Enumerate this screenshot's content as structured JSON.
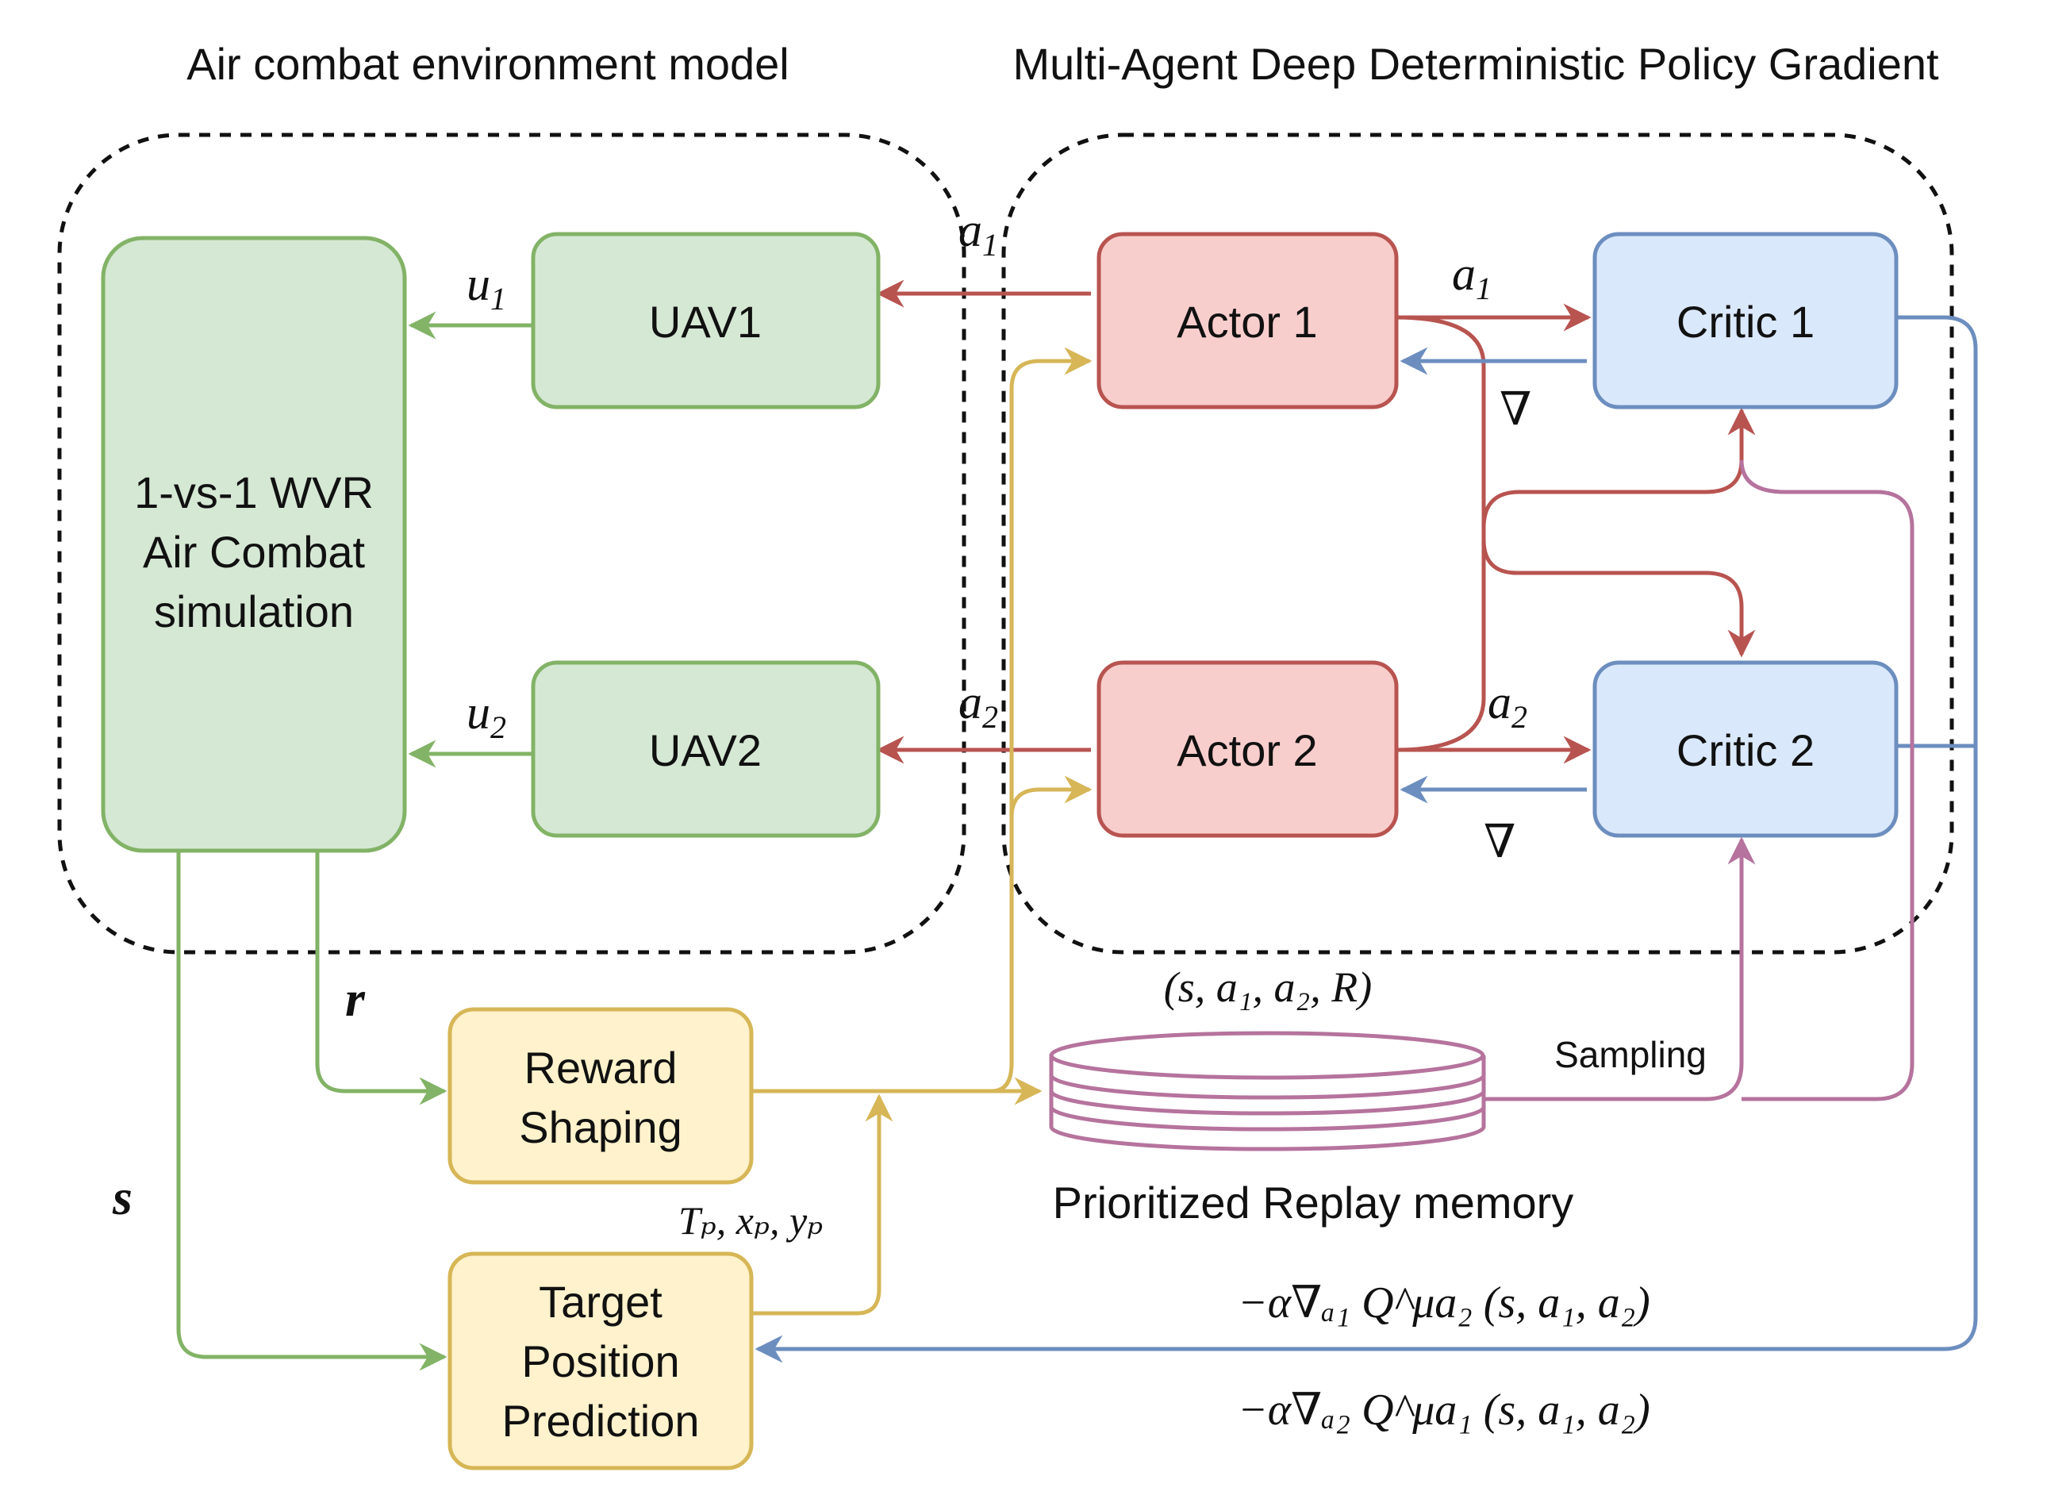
{
  "titles": {
    "left": "Air combat environment model",
    "right": "Multi-Agent Deep Deterministic Policy Gradient"
  },
  "boxes": {
    "sim": [
      "1-vs-1 WVR",
      "Air Combat",
      "simulation"
    ],
    "uav1": "UAV1",
    "uav2": "UAV2",
    "actor1": "Actor 1",
    "actor2": "Actor 2",
    "critic1": "Critic 1",
    "critic2": "Critic 2",
    "reward": [
      "Reward",
      "Shaping"
    ],
    "target": [
      "Target",
      "Position",
      "Prediction"
    ]
  },
  "memory": {
    "label": "Prioritized Replay memory",
    "tuple": "(s, a₁, a₂, R)",
    "sampling": "Sampling"
  },
  "labels": {
    "u1": "u",
    "u1_sub": "1",
    "u2": "u",
    "u2_sub": "2",
    "a": "a",
    "sub1": "1",
    "sub2": "2",
    "grad": "∇",
    "r": "r",
    "s": "s",
    "tp_xp_yp": "Tₚ, xₚ, yₚ",
    "formula1": "−α∇ₐ₁ Q^μa₂ (s, a₁, a₂)",
    "formula2": "−α∇ₐ₂ Q^μa₁ (s, a₁, a₂)"
  },
  "colors": {
    "green_fill": "#d5e8d4",
    "green_stroke": "#82b366",
    "red_fill": "#f8cecc",
    "red_stroke": "#b85450",
    "blue_fill": "#dae8fc",
    "blue_stroke": "#6c8ebf",
    "yellow_fill": "#fff2cc",
    "yellow_stroke": "#d6b656",
    "purple_stroke": "#b5739d"
  }
}
